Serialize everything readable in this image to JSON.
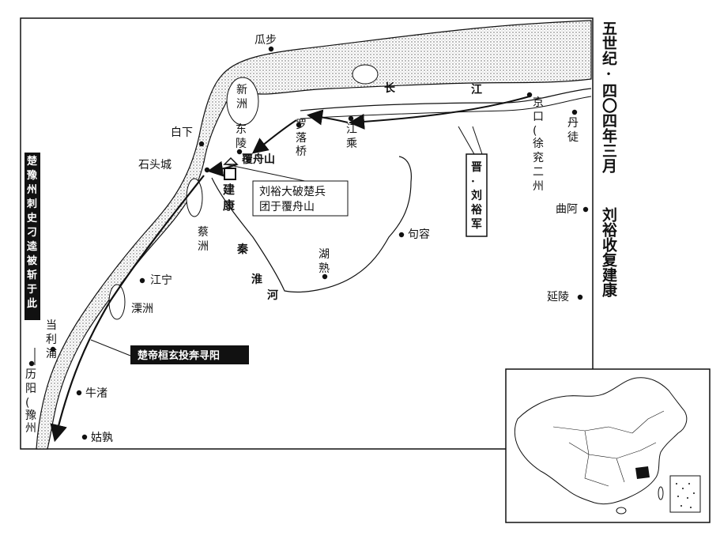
{
  "title": {
    "line1": "五世纪·四〇四年三月",
    "line2": "刘裕收复建康"
  },
  "places": {
    "guabu": "瓜步",
    "xinzhou": "新洲",
    "baixia": "白下",
    "dongling": "东陵",
    "luoluoqiao": "罗落桥",
    "jiangcheng": "江乘",
    "jingkou": "京口(徐兖二州)",
    "dantu": "丹徒",
    "fuzhoushan": "覆舟山",
    "shitoucheng": "石头城",
    "jiankang": "建康",
    "caizhou": "蔡洲",
    "jiangning": "江宁",
    "lizhou": "溧洲",
    "dangliPu": "当利浦",
    "liyang": "历阳(豫州)",
    "niuzhu": "牛渚",
    "gushu": "姑孰",
    "hushu": "湖熟",
    "jurong": "句容",
    "qua": "曲阿",
    "yanling": "延陵"
  },
  "rivers": {
    "changjiang_1": "长",
    "changjiang_2": "江",
    "qinhuai_1": "秦",
    "qinhuai_2": "淮",
    "qinhuai_3": "河"
  },
  "annotations": {
    "battle_box": [
      "刘裕大破楚兵",
      "团于覆舟山"
    ],
    "jin_army": "晋·刘裕军",
    "sima_flee": "楚豫州刺史刁逵被斩于此",
    "huanxuan_flee": "楚帝桓玄投奔寻阳"
  },
  "colors": {
    "ink": "#111111",
    "stipple": "#bdbdbd",
    "paper": "#ffffff"
  }
}
